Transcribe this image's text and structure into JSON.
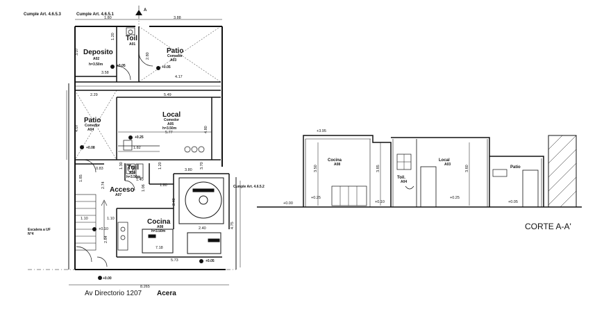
{
  "references": {
    "cumple_1": "Cumple Art. 4.6.5.3",
    "cumple_2": "Cumple Art. 4.6.5.1",
    "cumple_3": "Cumple Art. 4.6.5.2",
    "section_marker": "A"
  },
  "plan_rooms": {
    "deposito": {
      "name": "Deposito",
      "code": "A02",
      "height": "h=3.50m"
    },
    "toil_top": {
      "name": "Toil",
      "code": "A01"
    },
    "patio_top": {
      "name": "Patio",
      "use": "Comedor",
      "code": "A03"
    },
    "local": {
      "name": "Local",
      "use": "Comedor",
      "code": "A05",
      "height": "h=3.50m"
    },
    "patio_left": {
      "name": "Patio",
      "use": "Comedor",
      "code": "A04"
    },
    "toil_mid": {
      "name": "Toil",
      "code": "A06",
      "height": "h=3.50m"
    },
    "acceso": {
      "name": "Acceso",
      "code": "A07"
    },
    "cocina": {
      "name": "Cocina",
      "code": "A08",
      "height": "h=3.50m"
    }
  },
  "plan_levels": {
    "deposito": "+0.05",
    "patio_top": "+0.05",
    "local": "+0.25",
    "patio_left": "+0.08",
    "acceso": "+0.10",
    "cocina": "+0.05",
    "street": "+0.00"
  },
  "plan_dims": {
    "top_a": "1.80",
    "top_b": "3.88",
    "dep_v": "3.07",
    "toil_v": "1.20",
    "dep_w": "3.58",
    "patio_v": "2.80",
    "patio_w": "4.17",
    "left_w": "2.29",
    "local_w": "5.49",
    "local_v": "4.07",
    "local_inner": "5.77",
    "local_right": "4.80",
    "mid_w": "1.82",
    "toil_w": "0.83",
    "stair_w": "1.30",
    "c380": "3.80",
    "c370": "3.70",
    "c180": "1.80",
    "c140": "1.40",
    "c274": "2.74",
    "c185": "1.85",
    "acc_v": "1.06",
    "c240": "2.40",
    "c110a": "1.10",
    "c110b": "1.10",
    "c284": "2.84",
    "c475": "4.75",
    "c260": "2.40",
    "c718": "7.18",
    "c573": "5.73",
    "total": "8.265"
  },
  "plan_labels": {
    "escalera": "Escalera a UF",
    "escalera_n": "N°4",
    "street_name": "Av Directorio 1207",
    "acera": "Acera"
  },
  "section": {
    "title": "CORTE A-A'",
    "rooms": {
      "cocina": {
        "name": "Cocina",
        "code": "A08"
      },
      "toil": {
        "name": "Toil.",
        "code": "A04"
      },
      "local": {
        "name": "Local",
        "code": "A03"
      },
      "patio": {
        "name": "Patio"
      }
    },
    "levels": {
      "top": "+3.95",
      "street": "+0.00",
      "cocina": "+0.25",
      "toil": "+0.10",
      "local": "+0.25",
      "patio": "+0.05"
    },
    "heights": {
      "cocina": "3.50",
      "toil": "3.85",
      "local": "3.60"
    }
  }
}
